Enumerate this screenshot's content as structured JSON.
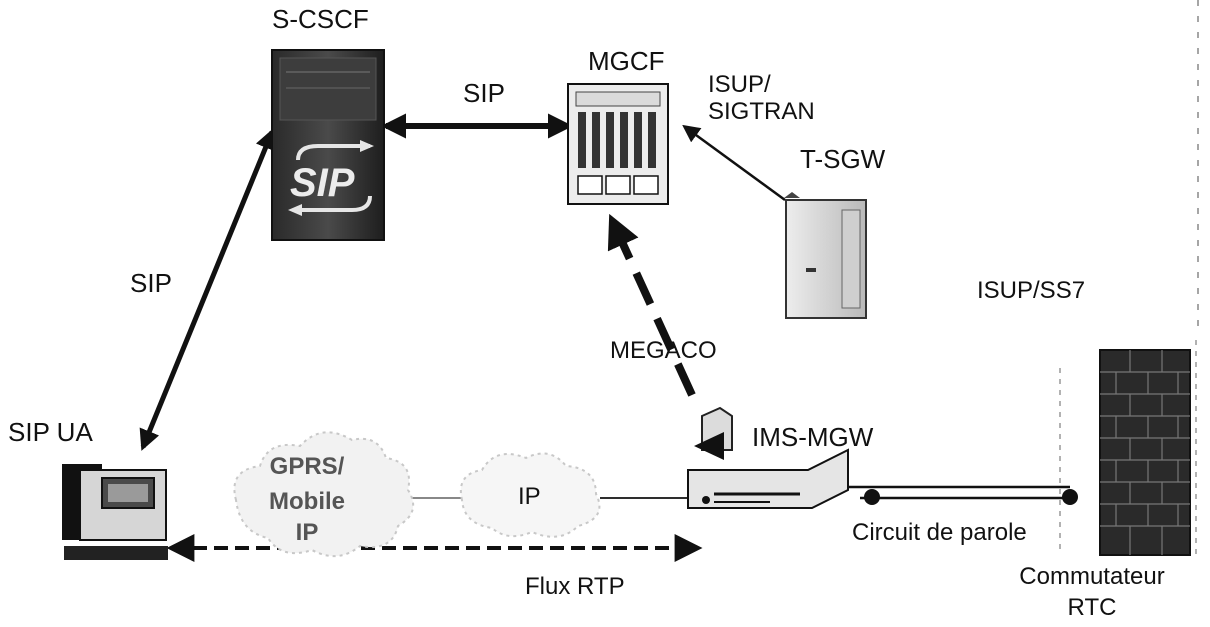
{
  "nodes": {
    "scscf": {
      "label": "S-CSCF",
      "logo": "SIP"
    },
    "mgcf": {
      "label": "MGCF"
    },
    "tsgw": {
      "label": "T-SGW"
    },
    "imsmgw": {
      "label": "IMS-MGW"
    },
    "sipua": {
      "label": "SIP UA"
    },
    "switch": {
      "label_line1": "Commutateur",
      "label_line2": "RTC"
    },
    "gprs_cloud": {
      "line1": "GPRS/",
      "line2": "Mobile",
      "line3": "IP"
    },
    "ip_cloud": {
      "label": "IP"
    }
  },
  "links": {
    "scscf_mgcf": "SIP",
    "ua_scscf": "SIP",
    "tsgw_mgcf_line1": "ISUP/",
    "tsgw_mgcf_line2": "SIGTRAN",
    "mgw_mgcf": "MEGACO",
    "isup_ss7": "ISUP/SS7",
    "voice_circuit": "Circuit de parole",
    "rtp_flow": "Flux RTP"
  }
}
